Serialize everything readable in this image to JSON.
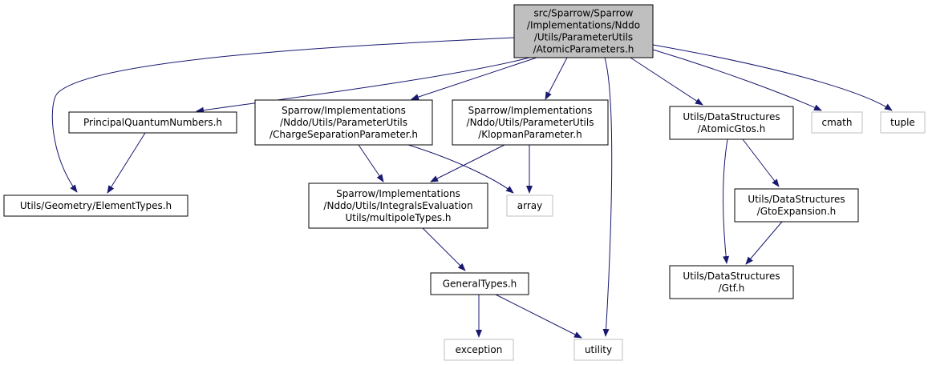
{
  "graph": {
    "edge_color": "#191970",
    "root_fill": "#bfbfbf",
    "external_border": "#bfbfbf",
    "nodes": [
      {
        "id": "root",
        "lines": [
          "src/Sparrow/Sparrow",
          "/Implementations/Nddo",
          "/Utils/ParameterUtils",
          "/AtomicParameters.h"
        ],
        "kind": "root"
      },
      {
        "id": "pqn",
        "lines": [
          "PrincipalQuantumNumbers.h"
        ],
        "kind": "file"
      },
      {
        "id": "csp",
        "lines": [
          "Sparrow/Implementations",
          "/Nddo/Utils/ParameterUtils",
          "/ChargeSeparationParameter.h"
        ],
        "kind": "file"
      },
      {
        "id": "klop",
        "lines": [
          "Sparrow/Implementations",
          "/Nddo/Utils/ParameterUtils",
          "/KlopmanParameter.h"
        ],
        "kind": "file"
      },
      {
        "id": "agtos",
        "lines": [
          "Utils/DataStructures",
          "/AtomicGtos.h"
        ],
        "kind": "file"
      },
      {
        "id": "cmath",
        "lines": [
          "cmath"
        ],
        "kind": "external"
      },
      {
        "id": "tuple",
        "lines": [
          "tuple"
        ],
        "kind": "external"
      },
      {
        "id": "elem",
        "lines": [
          "Utils/Geometry/ElementTypes.h"
        ],
        "kind": "file"
      },
      {
        "id": "mpt",
        "lines": [
          "Sparrow/Implementations",
          "/Nddo/Utils/IntegralsEvaluation",
          "Utils/multipoleTypes.h"
        ],
        "kind": "file"
      },
      {
        "id": "array",
        "lines": [
          "array"
        ],
        "kind": "external"
      },
      {
        "id": "gtoexp",
        "lines": [
          "Utils/DataStructures",
          "/GtoExpansion.h"
        ],
        "kind": "file"
      },
      {
        "id": "gen",
        "lines": [
          "GeneralTypes.h"
        ],
        "kind": "file"
      },
      {
        "id": "gtf",
        "lines": [
          "Utils/DataStructures",
          "/Gtf.h"
        ],
        "kind": "file"
      },
      {
        "id": "exc",
        "lines": [
          "exception"
        ],
        "kind": "external"
      },
      {
        "id": "util",
        "lines": [
          "utility"
        ],
        "kind": "external"
      }
    ],
    "edges": [
      {
        "from": "root",
        "to": "elem"
      },
      {
        "from": "root",
        "to": "pqn"
      },
      {
        "from": "root",
        "to": "csp"
      },
      {
        "from": "root",
        "to": "klop"
      },
      {
        "from": "root",
        "to": "util"
      },
      {
        "from": "root",
        "to": "agtos"
      },
      {
        "from": "root",
        "to": "cmath"
      },
      {
        "from": "root",
        "to": "tuple"
      },
      {
        "from": "pqn",
        "to": "elem"
      },
      {
        "from": "csp",
        "to": "mpt"
      },
      {
        "from": "csp",
        "to": "array"
      },
      {
        "from": "klop",
        "to": "mpt"
      },
      {
        "from": "klop",
        "to": "array"
      },
      {
        "from": "mpt",
        "to": "gen"
      },
      {
        "from": "gen",
        "to": "exc"
      },
      {
        "from": "gen",
        "to": "util"
      },
      {
        "from": "agtos",
        "to": "gtoexp"
      },
      {
        "from": "agtos",
        "to": "gtf"
      },
      {
        "from": "gtoexp",
        "to": "gtf"
      }
    ]
  }
}
